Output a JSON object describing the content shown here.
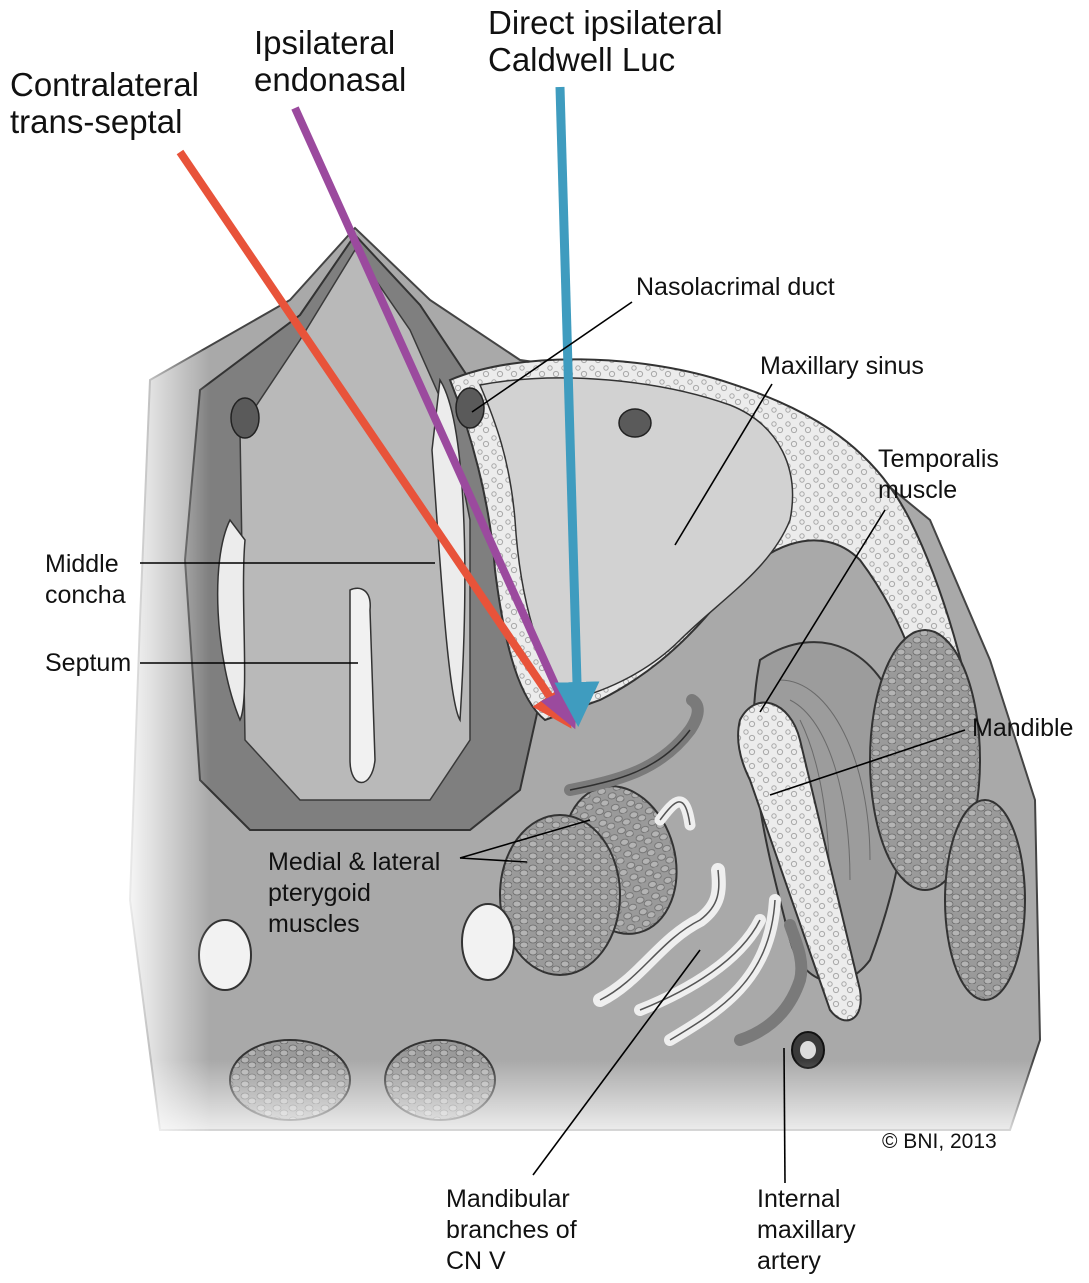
{
  "approaches": {
    "contralateral": {
      "line1": "Contralateral",
      "line2": "trans-septal",
      "color": "#e8533a"
    },
    "ipsilateral": {
      "line1": "Ipsilateral",
      "line2": "endonasal",
      "color": "#9b4a9e"
    },
    "direct": {
      "line1": "Direct ipsilateral",
      "line2": "Caldwell Luc",
      "color": "#3f9cbf"
    }
  },
  "labels": {
    "nasolacrimal_duct": "Nasolacrimal duct",
    "maxillary_sinus": "Maxillary sinus",
    "temporalis": {
      "line1": "Temporalis",
      "line2": "muscle"
    },
    "middle_concha": {
      "line1": "Middle",
      "line2": "concha"
    },
    "septum": "Septum",
    "mandible": "Mandible",
    "pterygoid": {
      "line1": "Medial & lateral",
      "line2": "pterygoid",
      "line3": "muscles"
    },
    "mandibular_branches": {
      "line1": "Mandibular",
      "line2": "branches of",
      "line3": "CN V"
    },
    "internal_maxillary_artery": {
      "line1": "Internal",
      "line2": "maxillary",
      "line3": "artery"
    }
  },
  "copyright": "© BNI, 2013",
  "colors": {
    "bone": "#e6e6e6",
    "muscle": "#9a9a9a",
    "soft_tissue": "#c4c4c4",
    "cavity": "#d8d8d8"
  }
}
